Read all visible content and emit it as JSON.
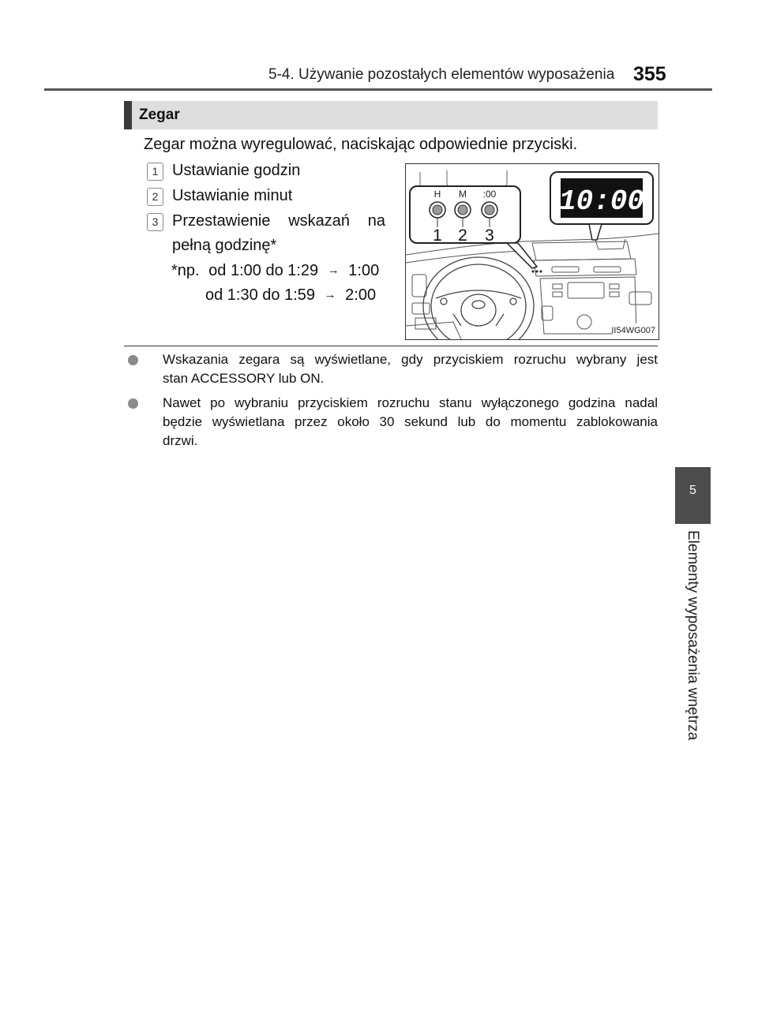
{
  "header": {
    "section_title": "5-4. Używanie pozostałych elementów wyposażenia",
    "page_number": "355"
  },
  "section": {
    "title": "Zegar",
    "intro": "Zegar można wyregulować, naciskając odpowiednie przyciski."
  },
  "items": [
    {
      "num": "1",
      "text": "Ustawianie godzin"
    },
    {
      "num": "2",
      "text": "Ustawianie minut"
    },
    {
      "num": "3",
      "line1": "Przestawienie wskazań na",
      "line2": "pełną godzinę*"
    }
  ],
  "example_note": {
    "prefix": "*np.",
    "row1": {
      "range": "od 1:00 do 1:29",
      "result": "1:00"
    },
    "row2": {
      "range": "od 1:30 do 1:59",
      "result": "2:00"
    },
    "arrow": "→"
  },
  "figure": {
    "button_labels": [
      "H",
      "M",
      ":00"
    ],
    "callouts": [
      "1",
      "2",
      "3"
    ],
    "display_time": "10:00",
    "code": "II54WG007"
  },
  "bullets": [
    {
      "lines": [
        "Wskazania zegara są wyświetlane, gdy przyciskiem rozruchu wybrany jest",
        "stan ACCESSORY lub ON."
      ]
    },
    {
      "lines": [
        "Nawet po wybraniu przyciskiem rozruchu stanu wyłączonego godzina nadal",
        "będzie wyświetlana przez około 30 sekund lub do momentu zablokowania",
        "drzwi."
      ]
    }
  ],
  "side_tab": {
    "number": "5",
    "label": "Elementy wyposażenia wnętrza"
  },
  "colors": {
    "section_bar": "#dedede",
    "section_mark": "#3a3a3a",
    "side_tab": "#4d4d4d",
    "bullet": "#8a8a8a",
    "clock_display": "#111111"
  }
}
